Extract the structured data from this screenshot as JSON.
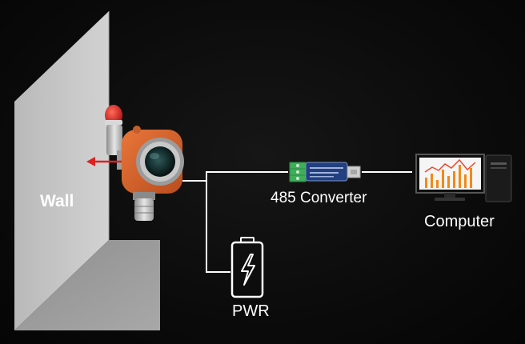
{
  "labels": {
    "wall": "Wall",
    "converter": "485 Converter",
    "computer": "Computer",
    "power": "PWR"
  },
  "colors": {
    "background": "#0b0b0b",
    "wall_front": "#c9c9c9",
    "wall_side": "#9a9a9a",
    "wire": "#ffffff",
    "alarm_lamp": "#e02020",
    "detector_body": "#d9622b",
    "converter_body": "#1f3b8a",
    "terminal_block": "#3fae5a",
    "chart_bars": "#f08a1a",
    "chart_line": "#e64a2e"
  },
  "icons": {
    "detector": "gas-detector-icon",
    "converter": "usb-485-converter-icon",
    "computer": "desktop-computer-icon",
    "power": "battery-bolt-icon",
    "direction": "arrow-left-icon"
  }
}
